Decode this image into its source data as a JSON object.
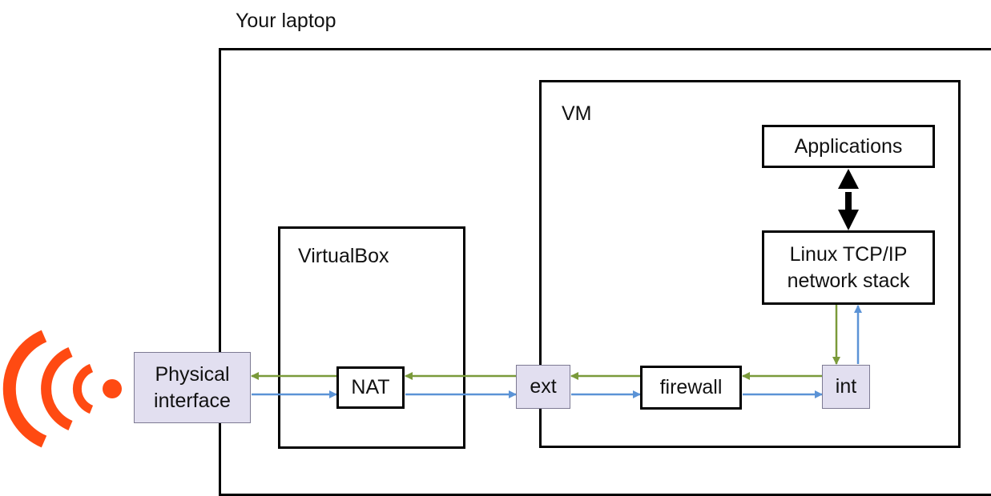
{
  "laptop": {
    "label": "Your laptop"
  },
  "vm": {
    "label": "VM"
  },
  "virtualbox": {
    "label": "VirtualBox"
  },
  "nodes": {
    "physical_interface": "Physical\ninterface",
    "nat": "NAT",
    "ext": "ext",
    "firewall": "firewall",
    "int": "int",
    "applications": "Applications",
    "linux_stack": "Linux TCP/IP\nnetwork stack"
  },
  "colors": {
    "outbound_arrow": "#7a9a3a",
    "inbound_arrow": "#5b93d6",
    "wifi_icon": "#ff4a12",
    "interface_fill": "#e2dff0"
  },
  "icons": {
    "wireless": "wifi-signal-icon"
  }
}
